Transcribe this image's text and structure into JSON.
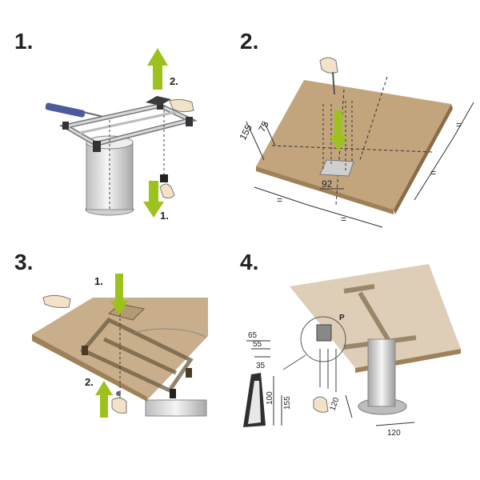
{
  "steps": [
    {
      "number": "1.",
      "arrows": {
        "up": "2.",
        "down": "1."
      }
    },
    {
      "number": "2.",
      "dims": {
        "a": "155",
        "b": "75",
        "c": "92",
        "eq1": "=",
        "eq2": "=",
        "eq3": "=",
        "eq4": "="
      }
    },
    {
      "number": "3.",
      "arrows": {
        "down": "1.",
        "up": "2."
      }
    },
    {
      "number": "4.",
      "dims": {
        "d65": "65",
        "d55": "55",
        "d35": "35",
        "d155": "155",
        "d100": "100",
        "d120a": "120",
        "d120b": "120",
        "p": "P"
      }
    }
  ],
  "colors": {
    "wood": "#c2a57d",
    "wood_edge": "#9e8159",
    "wood_translucent": "#b9a27c",
    "metal": "#e6e6e6",
    "arrow_green": "#9dc21e",
    "dark_metal": "#3a3a3a",
    "tool_blue": "#4b5a9c"
  }
}
